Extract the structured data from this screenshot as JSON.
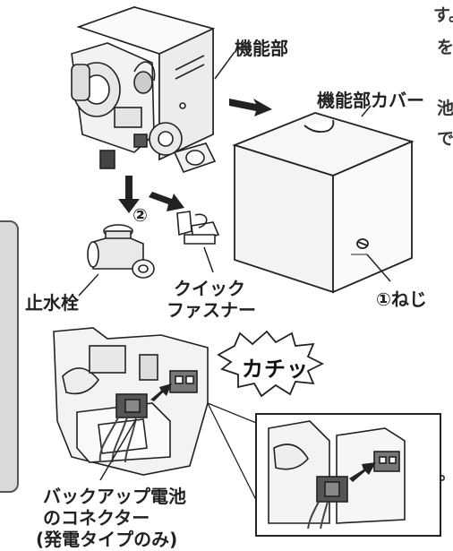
{
  "side_fragments": [
    "す。",
    "を",
    "池",
    "で",
    "。"
  ],
  "labels": {
    "function_unit": "機能部",
    "function_unit_cover": "機能部カバー",
    "step_two": "②",
    "stop_valve": "止水栓",
    "quick_fastener_line1": "クイック",
    "quick_fastener_line2": "ファスナー",
    "screw": "①ねじ",
    "click_sound": "カチッ",
    "backup_battery_line1": "バックアップ電池",
    "backup_battery_line2": "のコネクター",
    "backup_battery_line3": "(発電タイプのみ)"
  },
  "colors": {
    "line": "#222222",
    "panel": "#d9d9d9",
    "connector": "#555555"
  }
}
